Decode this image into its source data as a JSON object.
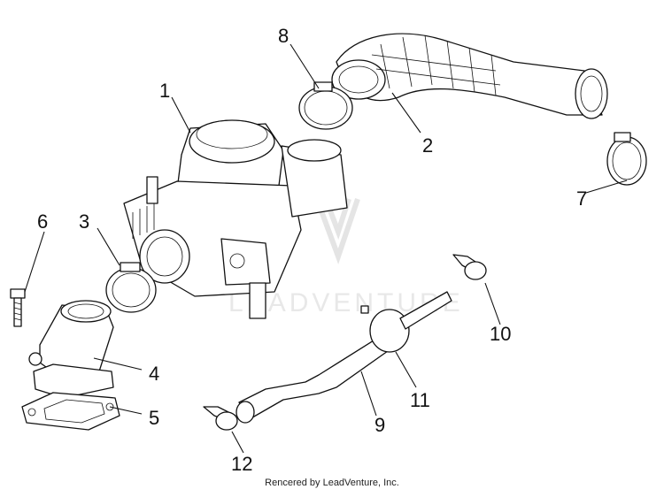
{
  "diagram": {
    "callouts": [
      {
        "id": "1",
        "label": "1"
      },
      {
        "id": "2",
        "label": "2"
      },
      {
        "id": "3",
        "label": "3"
      },
      {
        "id": "4",
        "label": "4"
      },
      {
        "id": "5",
        "label": "5"
      },
      {
        "id": "6",
        "label": "6"
      },
      {
        "id": "7",
        "label": "7"
      },
      {
        "id": "8",
        "label": "8"
      },
      {
        "id": "9",
        "label": "9"
      },
      {
        "id": "10",
        "label": "10"
      },
      {
        "id": "11",
        "label": "11"
      },
      {
        "id": "12",
        "label": "12"
      }
    ],
    "watermark": "LEADVENTURE",
    "credit": "Rencered by LeadVenture, Inc."
  }
}
